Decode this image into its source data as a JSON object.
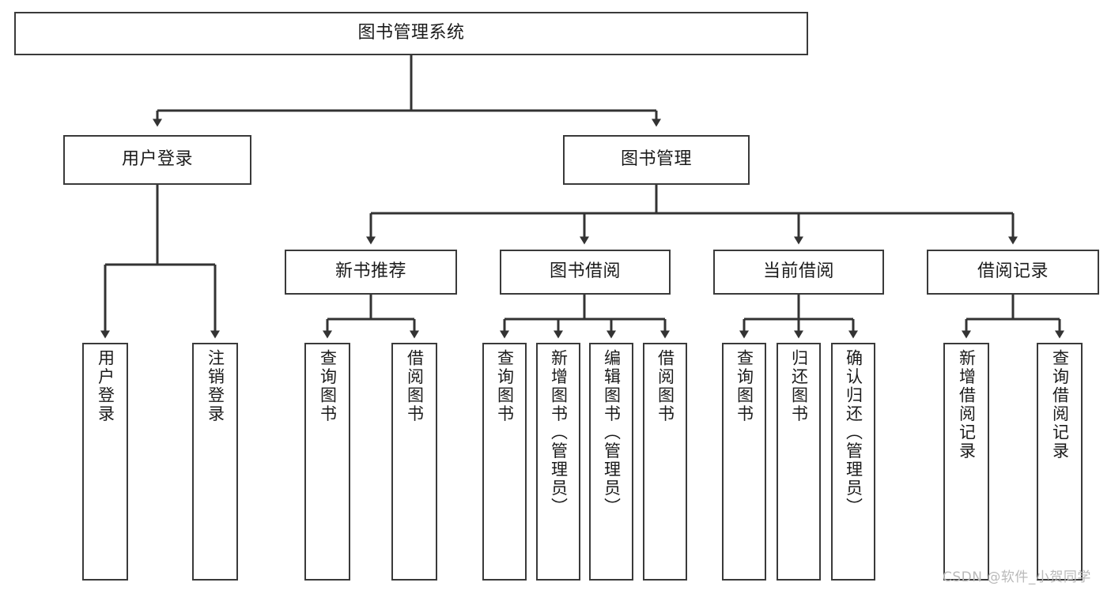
{
  "diagram": {
    "title_node": {
      "label": "图书管理系统"
    },
    "level2": [
      {
        "id": "user-login",
        "label": "用户登录"
      },
      {
        "id": "book-management",
        "label": "图书管理"
      }
    ],
    "level3": [
      {
        "id": "new-book-recommend",
        "label": "新书推荐"
      },
      {
        "id": "book-borrow",
        "label": "图书借阅"
      },
      {
        "id": "current-borrow",
        "label": "当前借阅"
      },
      {
        "id": "borrow-record",
        "label": "借阅记录"
      }
    ],
    "leaves": {
      "user_login": [
        {
          "id": "leaf-user-login",
          "label": "用户登录"
        },
        {
          "id": "leaf-logout-login",
          "label": "注销登录"
        }
      ],
      "new_book_recommend": [
        {
          "id": "leaf-query-book-1",
          "label": "查询图书"
        },
        {
          "id": "leaf-borrow-book-1",
          "label": "借阅图书"
        }
      ],
      "book_borrow": [
        {
          "id": "leaf-query-book-2",
          "label": "查询图书"
        },
        {
          "id": "leaf-add-book-admin",
          "label": "新增图书（管理员）"
        },
        {
          "id": "leaf-edit-book-admin",
          "label": "编辑图书（管理员）"
        },
        {
          "id": "leaf-borrow-book-2",
          "label": "借阅图书"
        }
      ],
      "current_borrow": [
        {
          "id": "leaf-query-book-3",
          "label": "查询图书"
        },
        {
          "id": "leaf-return-book",
          "label": "归还图书"
        },
        {
          "id": "leaf-confirm-return-admin",
          "label": "确认归还（管理员）"
        }
      ],
      "borrow_record": [
        {
          "id": "leaf-add-borrow-record",
          "label": "新增借阅记录"
        },
        {
          "id": "leaf-query-borrow-record",
          "label": "查询借阅记录"
        }
      ]
    },
    "watermark": {
      "text": "CSDN @软件_小贺同学"
    },
    "colors": {
      "box_border": "#3a3a3a",
      "box_fill": "#ffffff",
      "edge": "#333333",
      "text": "#1b1b1b",
      "watermark": "#b9b9b9",
      "background": "#ffffff"
    }
  }
}
